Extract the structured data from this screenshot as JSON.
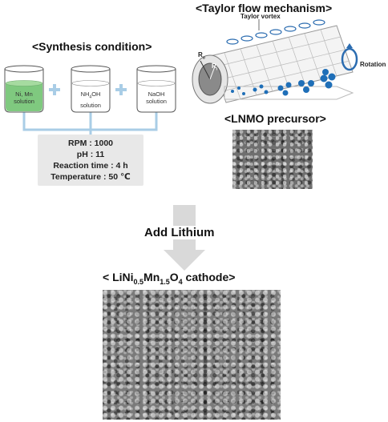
{
  "synthesis": {
    "title": "<Synthesis condition>",
    "beakers": [
      {
        "label_line1": "Ni, Mn",
        "label_line2": "solution"
      },
      {
        "label_line1_main": "NH",
        "label_line1_sub": "4",
        "label_line1_end": "OH",
        "label_line2": "solution"
      },
      {
        "label_line1": "NaOH",
        "label_line2": "solution"
      }
    ],
    "conditions": [
      "RPM : 1000",
      "pH : 11",
      "Reaction time : 4 h",
      "Temperature : 50 ℃"
    ],
    "colors": {
      "solution_green": "#7fc97f",
      "plus_blue": "#a9cde6",
      "pipe_blue": "#a9cde6"
    }
  },
  "taylor": {
    "title": "<Taylor flow mechanism>",
    "vortex_label": "Taylor vortex",
    "r_outer": "R",
    "r_outer_sub": "o",
    "r_inner": "R",
    "r_inner_sub": "i",
    "rotation_label": "Rotation",
    "colors": {
      "particle_blue": "#1f6fb8",
      "arrow_blue": "#2b6cb0"
    }
  },
  "precursor": {
    "title": "<LNMO precursor>"
  },
  "arrow": {
    "label": "Add Lithium",
    "color": "#d9d9d9"
  },
  "cathode": {
    "title_prefix": "< LiNi",
    "sub1": "0.5",
    "mid1": "Mn",
    "sub2": "1.5",
    "mid2": "O",
    "sub3": "4",
    "title_suffix": " cathode>"
  }
}
